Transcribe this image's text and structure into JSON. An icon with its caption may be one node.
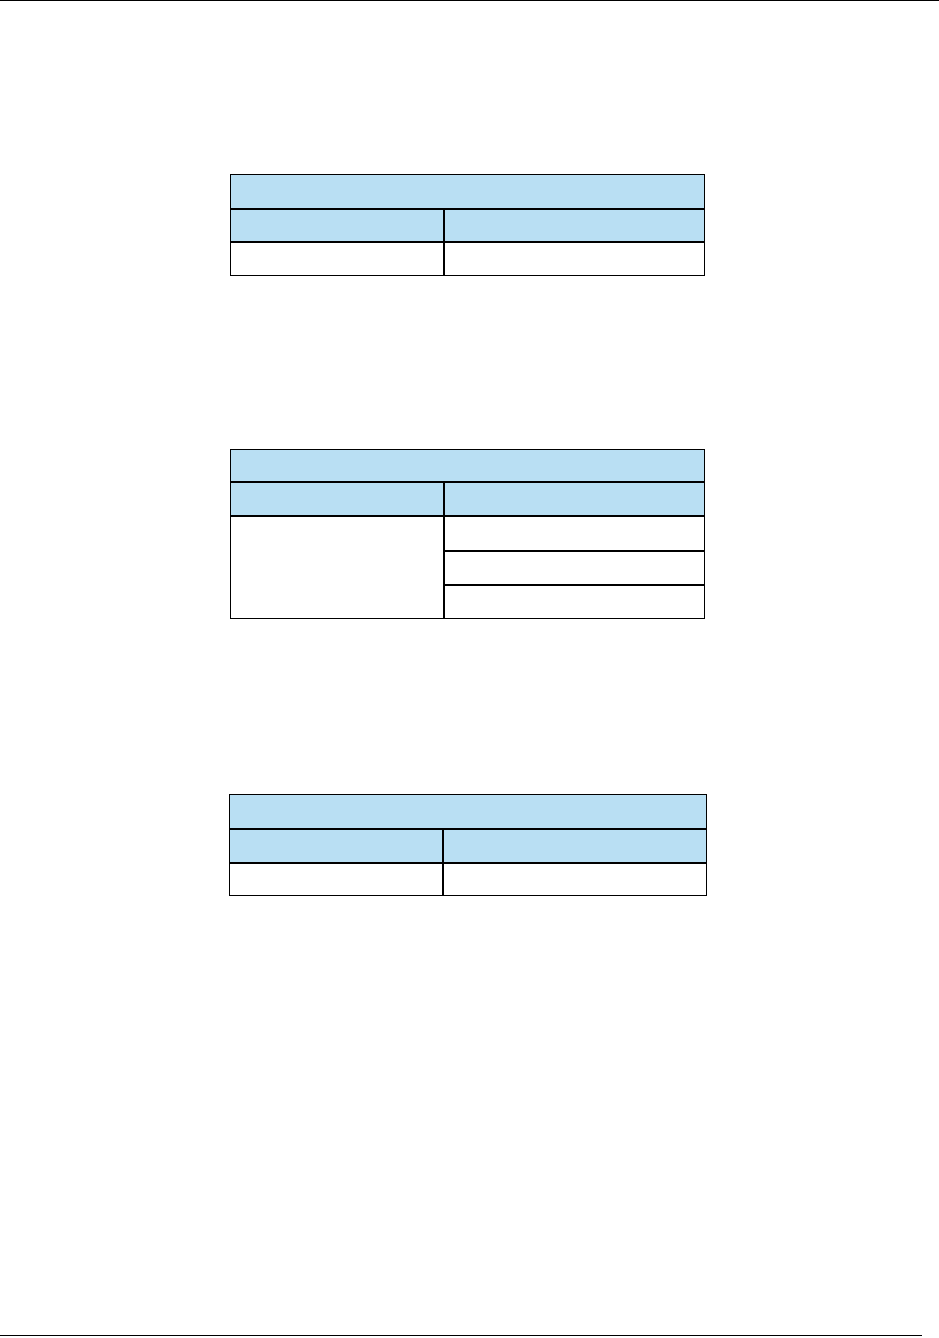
{
  "diagram": {
    "nodes": [
      {
        "text": [],
        "shape": "box"
      },
      {
        "text": [],
        "shape": "box",
        "in": 0
      },
      {
        "text": [],
        "shape": "box",
        "in": 0
      },
      {
        "text": [],
        "shape": "box",
        "in": 0
      },
      {
        "text": [],
        "shape": "box",
        "in": 0
      },
      {
        "text": [],
        "shape": "box",
        "in": 0
      },
      {
        "text": [],
        "shape": "box"
      },
      {
        "text": [],
        "shape": "box",
        "in": 6
      },
      {
        "text": [],
        "shape": "box",
        "in": 6
      },
      {
        "text": [],
        "shape": "box",
        "in": 6
      },
      {
        "text": [],
        "shape": "box",
        "in": 6
      },
      {
        "text": [],
        "shape": "box",
        "in": 6
      },
      {
        "text": [],
        "shape": "box",
        "in": 6
      },
      {
        "text": [],
        "shape": "box",
        "in": 6
      },
      {
        "text": [],
        "shape": "box"
      },
      {
        "text": [],
        "shape": "box",
        "in": 14
      },
      {
        "text": [],
        "shape": "box",
        "in": 14
      },
      {
        "text": [],
        "shape": "box",
        "in": 14
      },
      {
        "text": [],
        "shape": "box",
        "in": 14
      },
      {
        "text": [],
        "shape": "box",
        "in": 14
      }
    ]
  }
}
